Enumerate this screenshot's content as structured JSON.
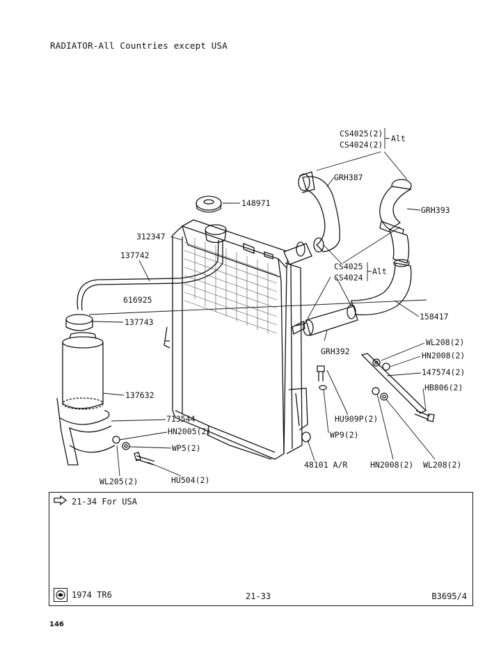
{
  "title": "RADIATOR-All Countries except USA",
  "parts": {
    "cs4025_top": "CS4025(2)",
    "cs4024_top": "CS4024(2)",
    "alt_top": "Alt",
    "grh387": "GRH387",
    "grh393": "GRH393",
    "p148971": "148971",
    "p312347": "312347",
    "p137742": "137742",
    "cs4025_mid": "CS4025",
    "cs4024_mid": "CS4024",
    "alt_mid": "Alt",
    "p616925": "616925",
    "p158417": "158417",
    "p137743": "137743",
    "grh392": "GRH392",
    "wl208_a": "WL208(2)",
    "hn2008_a": "HN2008(2)",
    "p147574": "147574(2)",
    "hb806": "HB806(2)",
    "p137632": "137632",
    "hu909p": "HU909P(2)",
    "p713544": "713544",
    "hn2005": "HN2005(2)",
    "wp9": "WP9(2)",
    "wp5": "WP5(2)",
    "p48101": "48101 A/R",
    "hn2008_b": "HN2008(2)",
    "wl208_b": "WL208(2)",
    "wl205": "WL205(2)",
    "hu504": "HU504(2)"
  },
  "note": {
    "text": "21-34 For USA",
    "icon": "arrow-right-icon"
  },
  "footer": {
    "model": "1974 TR6",
    "section": "21-33",
    "ref": "B3695/4",
    "logo_icon": "bl-logo-icon"
  },
  "page_number": "146"
}
